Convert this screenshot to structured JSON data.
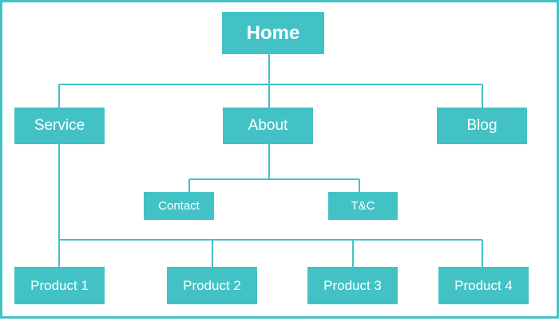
{
  "colors": {
    "node_fill": "#43c2c6",
    "line": "#43c2c6",
    "frame": "#43c2c6",
    "text": "#ffffff",
    "background": "#ffffff"
  },
  "nodes": {
    "home": "Home",
    "service": "Service",
    "about": "About",
    "blog": "Blog",
    "contact": "Contact",
    "tc": "T&C",
    "product1": "Product 1",
    "product2": "Product 2",
    "product3": "Product 3",
    "product4": "Product 4"
  },
  "edges": [
    [
      "home",
      "service"
    ],
    [
      "home",
      "about"
    ],
    [
      "home",
      "blog"
    ],
    [
      "about",
      "contact"
    ],
    [
      "about",
      "tc"
    ],
    [
      "service",
      "product1"
    ],
    [
      "service",
      "product2"
    ],
    [
      "service",
      "product3"
    ],
    [
      "service",
      "product4"
    ]
  ]
}
